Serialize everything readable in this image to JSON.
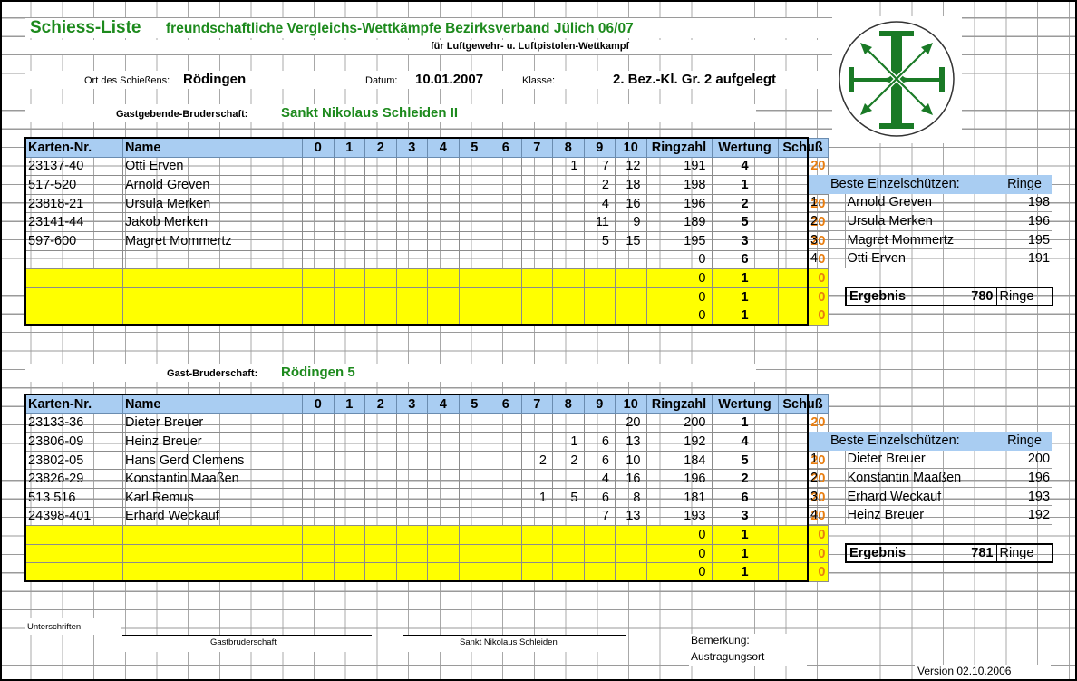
{
  "header": {
    "title": "Schiess-Liste",
    "subtitle": "freundschaftliche Vergleichs-Wettkämpfe Bezirksverband Jülich  06/07",
    "subtitle2": "für Luftgewehr- u. Luftpistolen-Wettkampf"
  },
  "info": {
    "ort_label": "Ort des Schießens:",
    "ort_value": "Rödingen",
    "datum_label": "Datum:",
    "datum_value": "10.01.2007",
    "klasse_label": "Klasse:",
    "klasse_value": "2. Bez.-Kl. Gr. 2  aufgelegt"
  },
  "colors": {
    "header_blue": "#a9cdf2",
    "yellow": "#ffff00",
    "green": "#1d8a1d",
    "orange": "#e87d0f",
    "logo_green": "#1a7a26"
  },
  "icons": {
    "logo": "crossed-arrows-emblem-icon"
  },
  "columns": [
    "Karten-Nr.",
    "Name",
    "0",
    "1",
    "2",
    "3",
    "4",
    "5",
    "6",
    "7",
    "8",
    "9",
    "10",
    "Ringzahl",
    "Wertung",
    "Schuß"
  ],
  "team1": {
    "label": "Gastgebende-Bruderschaft:",
    "name": "Sankt Nikolaus Schleiden II",
    "rows": [
      [
        "23137-40",
        "Otti Erven",
        "",
        "",
        "",
        "",
        "",
        "",
        "",
        "",
        "1",
        "7",
        "12",
        "191",
        "4",
        "20"
      ],
      [
        "517-520",
        "Arnold Greven",
        "",
        "",
        "",
        "",
        "",
        "",
        "",
        "",
        "",
        "2",
        "18",
        "198",
        "1",
        "20"
      ],
      [
        "23818-21",
        "Ursula Merken",
        "",
        "",
        "",
        "",
        "",
        "",
        "",
        "",
        "",
        "4",
        "16",
        "196",
        "2",
        "20"
      ],
      [
        "23141-44",
        "Jakob Merken",
        "",
        "",
        "",
        "",
        "",
        "",
        "",
        "",
        "",
        "11",
        "9",
        "189",
        "5",
        "20"
      ],
      [
        "597-600",
        "Magret Mommertz",
        "",
        "",
        "",
        "",
        "",
        "",
        "",
        "",
        "",
        "5",
        "15",
        "195",
        "3",
        "20"
      ],
      [
        "",
        "",
        "",
        "",
        "",
        "",
        "",
        "",
        "",
        "",
        "",
        "",
        "",
        "0",
        "6",
        "0"
      ],
      [
        "",
        "",
        "",
        "",
        "",
        "",
        "",
        "",
        "",
        "",
        "",
        "",
        "",
        "0",
        "1",
        "0"
      ],
      [
        "",
        "",
        "",
        "",
        "",
        "",
        "",
        "",
        "",
        "",
        "",
        "",
        "",
        "0",
        "1",
        "0"
      ],
      [
        "",
        "",
        "",
        "",
        "",
        "",
        "",
        "",
        "",
        "",
        "",
        "",
        "",
        "0",
        "1",
        "0"
      ]
    ],
    "best_title": "Beste Einzelschützen:",
    "best_rings_label": "Ringe",
    "best": [
      {
        "rank": "1.",
        "name": "Arnold Greven",
        "rings": "198"
      },
      {
        "rank": "2.",
        "name": "Ursula Merken",
        "rings": "196"
      },
      {
        "rank": "3.",
        "name": "Magret Mommertz",
        "rings": "195"
      },
      {
        "rank": "4.",
        "name": "Otti Erven",
        "rings": "191"
      }
    ],
    "result_label": "Ergebnis",
    "result_value": "780",
    "result_unit": "Ringe"
  },
  "team2": {
    "label": "Gast-Bruderschaft:",
    "name": "Rödingen 5",
    "rows": [
      [
        "23133-36",
        "Dieter Breuer",
        "",
        "",
        "",
        "",
        "",
        "",
        "",
        "",
        "",
        "",
        "20",
        "200",
        "1",
        "20"
      ],
      [
        "23806-09",
        "Heinz Breuer",
        "",
        "",
        "",
        "",
        "",
        "",
        "",
        "",
        "1",
        "6",
        "13",
        "192",
        "4",
        "20"
      ],
      [
        "23802-05",
        "Hans Gerd Clemens",
        "",
        "",
        "",
        "",
        "",
        "",
        "",
        "2",
        "2",
        "6",
        "10",
        "184",
        "5",
        "20"
      ],
      [
        "23826-29",
        "Konstantin Maaßen",
        "",
        "",
        "",
        "",
        "",
        "",
        "",
        "",
        "",
        "4",
        "16",
        "196",
        "2",
        "20"
      ],
      [
        "513 516",
        "Karl Remus",
        "",
        "",
        "",
        "",
        "",
        "",
        "",
        "1",
        "5",
        "6",
        "8",
        "181",
        "6",
        "20"
      ],
      [
        "24398-401",
        "Erhard Weckauf",
        "",
        "",
        "",
        "",
        "",
        "",
        "",
        "",
        "",
        "7",
        "13",
        "193",
        "3",
        "20"
      ],
      [
        "",
        "",
        "",
        "",
        "",
        "",
        "",
        "",
        "",
        "",
        "",
        "",
        "",
        "0",
        "1",
        "0"
      ],
      [
        "",
        "",
        "",
        "",
        "",
        "",
        "",
        "",
        "",
        "",
        "",
        "",
        "",
        "0",
        "1",
        "0"
      ],
      [
        "",
        "",
        "",
        "",
        "",
        "",
        "",
        "",
        "",
        "",
        "",
        "",
        "",
        "0",
        "1",
        "0"
      ]
    ],
    "best_title": "Beste Einzelschützen:",
    "best_rings_label": "Ringe",
    "best": [
      {
        "rank": "1.",
        "name": "Dieter Breuer",
        "rings": "200"
      },
      {
        "rank": "2.",
        "name": "Konstantin Maaßen",
        "rings": "196"
      },
      {
        "rank": "3.",
        "name": "Erhard Weckauf",
        "rings": "193"
      },
      {
        "rank": "4.",
        "name": "Heinz Breuer",
        "rings": "192"
      }
    ],
    "result_label": "Ergebnis",
    "result_value": "781",
    "result_unit": "Ringe"
  },
  "footer": {
    "signatures_label": "Unterschriften:",
    "sig1": "Gastbruderschaft",
    "sig2": "Sankt Nikolaus Schleiden",
    "remark_label": "Bemerkung:",
    "venue_label": "Austragungsort",
    "version": "Version 02.10.2006"
  }
}
